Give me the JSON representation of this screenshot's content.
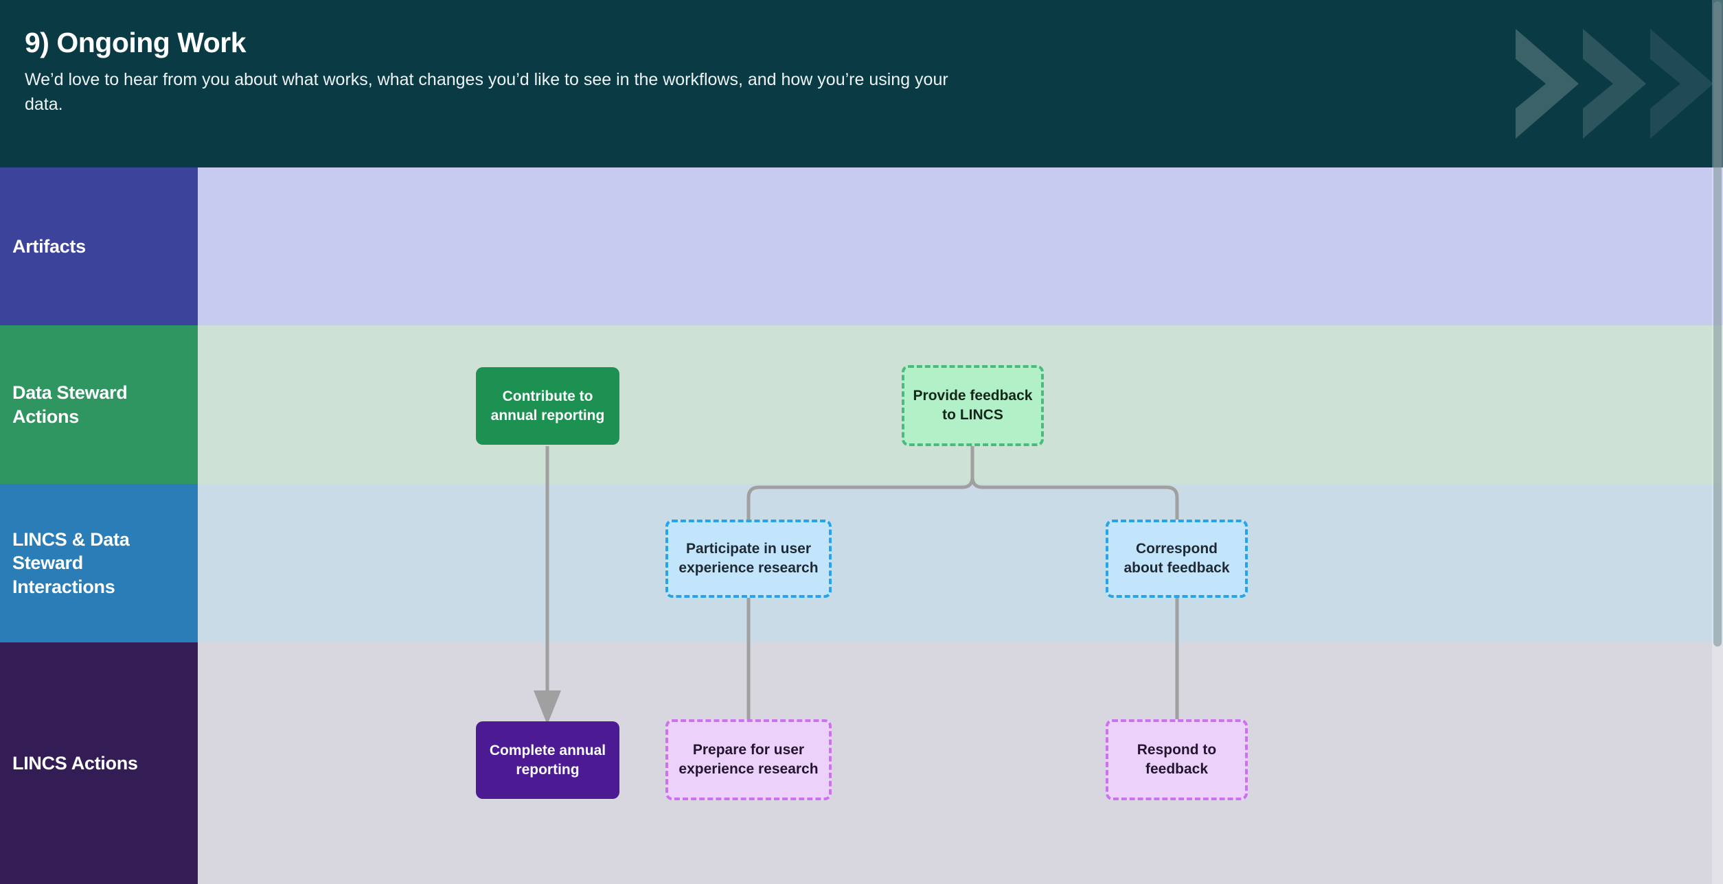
{
  "header": {
    "title": "9) Ongoing Work",
    "subtitle": "We’d love to hear from you about what works, what changes you’d like to see in the workflows, and how you’re using your data.",
    "background_color": "#0a3a44",
    "decoration": [
      {
        "name": "chevron-right-icon",
        "opacity": 0.2
      },
      {
        "name": "chevron-right-icon",
        "opacity": 0.14
      },
      {
        "name": "chevron-right-icon",
        "opacity": 0.09
      }
    ]
  },
  "lanes": [
    {
      "id": "artifacts",
      "label": "Artifacts",
      "label_color": "#3b439b",
      "body_color": "#c6cbef"
    },
    {
      "id": "steward",
      "label": "Data Steward\nActions",
      "label_color": "#2f9561",
      "body_color": "#cde2d4"
    },
    {
      "id": "interactions",
      "label": "LINCS &\nData Steward\nInteractions",
      "label_color": "#2b7db8",
      "body_color": "#c9dbe7"
    },
    {
      "id": "lincs",
      "label": "LINCS Actions",
      "label_color": "#341c55",
      "body_color": "#d8d7e0"
    }
  ],
  "nodes": {
    "contribute": {
      "label": "Contribute to\nannual reporting",
      "lane": "steward",
      "style": "solid",
      "fill": "#1c9151",
      "text_color": "#ffffff"
    },
    "provide_feedback": {
      "label": "Provide feedback\nto LINCS",
      "lane": "steward",
      "style": "dashed",
      "fill": "#b2f0c8",
      "border_color": "#4eb97f",
      "text_color": "#12261a"
    },
    "participate": {
      "label": "Participate in user\nexperience research",
      "lane": "interactions",
      "style": "dashed",
      "fill": "#c3e5fb",
      "border_color": "#29a3e8",
      "text_color": "#1f2933"
    },
    "correspond": {
      "label": "Correspond\nabout  feedback",
      "lane": "interactions",
      "style": "dashed",
      "fill": "#c3e5fb",
      "border_color": "#29a3e8",
      "text_color": "#1f2933"
    },
    "complete": {
      "label": "Complete annual\nreporting",
      "lane": "lincs",
      "style": "solid",
      "fill": "#4c1a93",
      "text_color": "#ffffff"
    },
    "prepare": {
      "label": "Prepare for user\nexperience research",
      "lane": "lincs",
      "style": "dashed",
      "fill": "#ecd2fb",
      "border_color": "#cb72ef",
      "text_color": "#241430"
    },
    "respond": {
      "label": "Respond to\nfeedback",
      "lane": "lincs",
      "style": "dashed",
      "fill": "#ecd2fb",
      "border_color": "#cb72ef",
      "text_color": "#241430"
    }
  },
  "connectors": {
    "color": "#a0a0a0",
    "edges": [
      {
        "from": "contribute",
        "to": "complete",
        "arrowhead": true
      },
      {
        "from": "provide_feedback",
        "to": "participate",
        "arrowhead": false
      },
      {
        "from": "provide_feedback",
        "to": "correspond",
        "arrowhead": false
      },
      {
        "from": "participate",
        "to": "prepare",
        "arrowhead": false
      },
      {
        "from": "correspond",
        "to": "respond",
        "arrowhead": false
      }
    ]
  },
  "scrollbar": {
    "orientation": "vertical",
    "position": "right"
  }
}
